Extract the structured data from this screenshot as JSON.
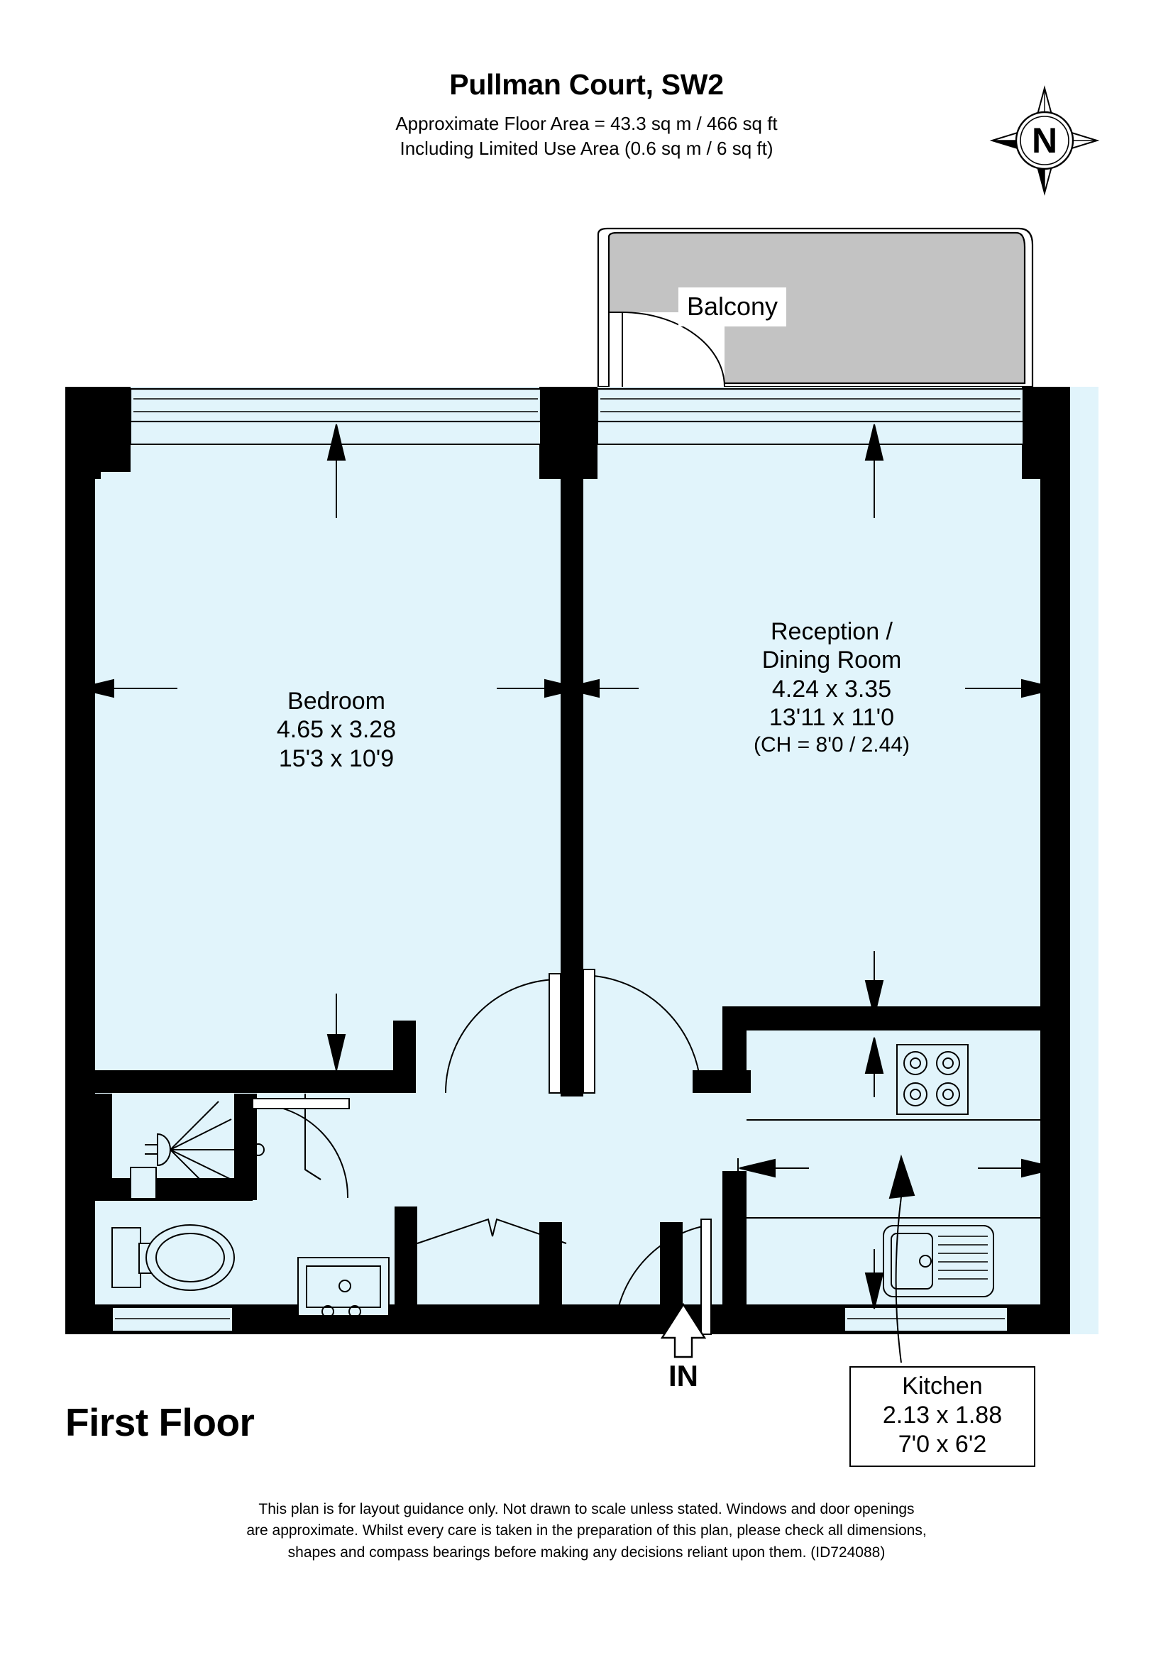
{
  "header": {
    "title": "Pullman Court, SW2",
    "area_line_1": "Approximate Floor Area = 43.3 sq m / 466 sq ft",
    "area_line_2": "Including Limited Use Area (0.6 sq m / 6 sq ft)"
  },
  "compass": {
    "north_letter": "N"
  },
  "rooms": {
    "balcony": {
      "name": "Balcony"
    },
    "bedroom": {
      "name": "Bedroom",
      "metric": "4.65 x 3.28",
      "imperial": "15'3 x 10'9"
    },
    "reception": {
      "name_line_1": "Reception /",
      "name_line_2": "Dining Room",
      "metric": "4.24 x 3.35",
      "imperial": "13'11 x 11'0",
      "ceiling_height": "(CH = 8'0 / 2.44)"
    },
    "kitchen": {
      "name": "Kitchen",
      "metric": "2.13 x 1.88",
      "imperial": "7'0 x 6'2"
    }
  },
  "floor_label": "First Floor",
  "entrance_label": "IN",
  "footer": {
    "line_1": "This plan is for layout guidance only. Not drawn to scale unless stated. Windows and door openings",
    "line_2": "are approximate. Whilst every care is taken in the preparation of this plan, please check all dimensions,",
    "line_3": "shapes and compass bearings before making any decisions reliant upon them. (ID724088)"
  },
  "colors": {
    "room_fill": "#e1f4fb",
    "wall": "#000000",
    "balcony_fill": "#c3c3c3",
    "line": "#000000",
    "background": "#ffffff"
  }
}
